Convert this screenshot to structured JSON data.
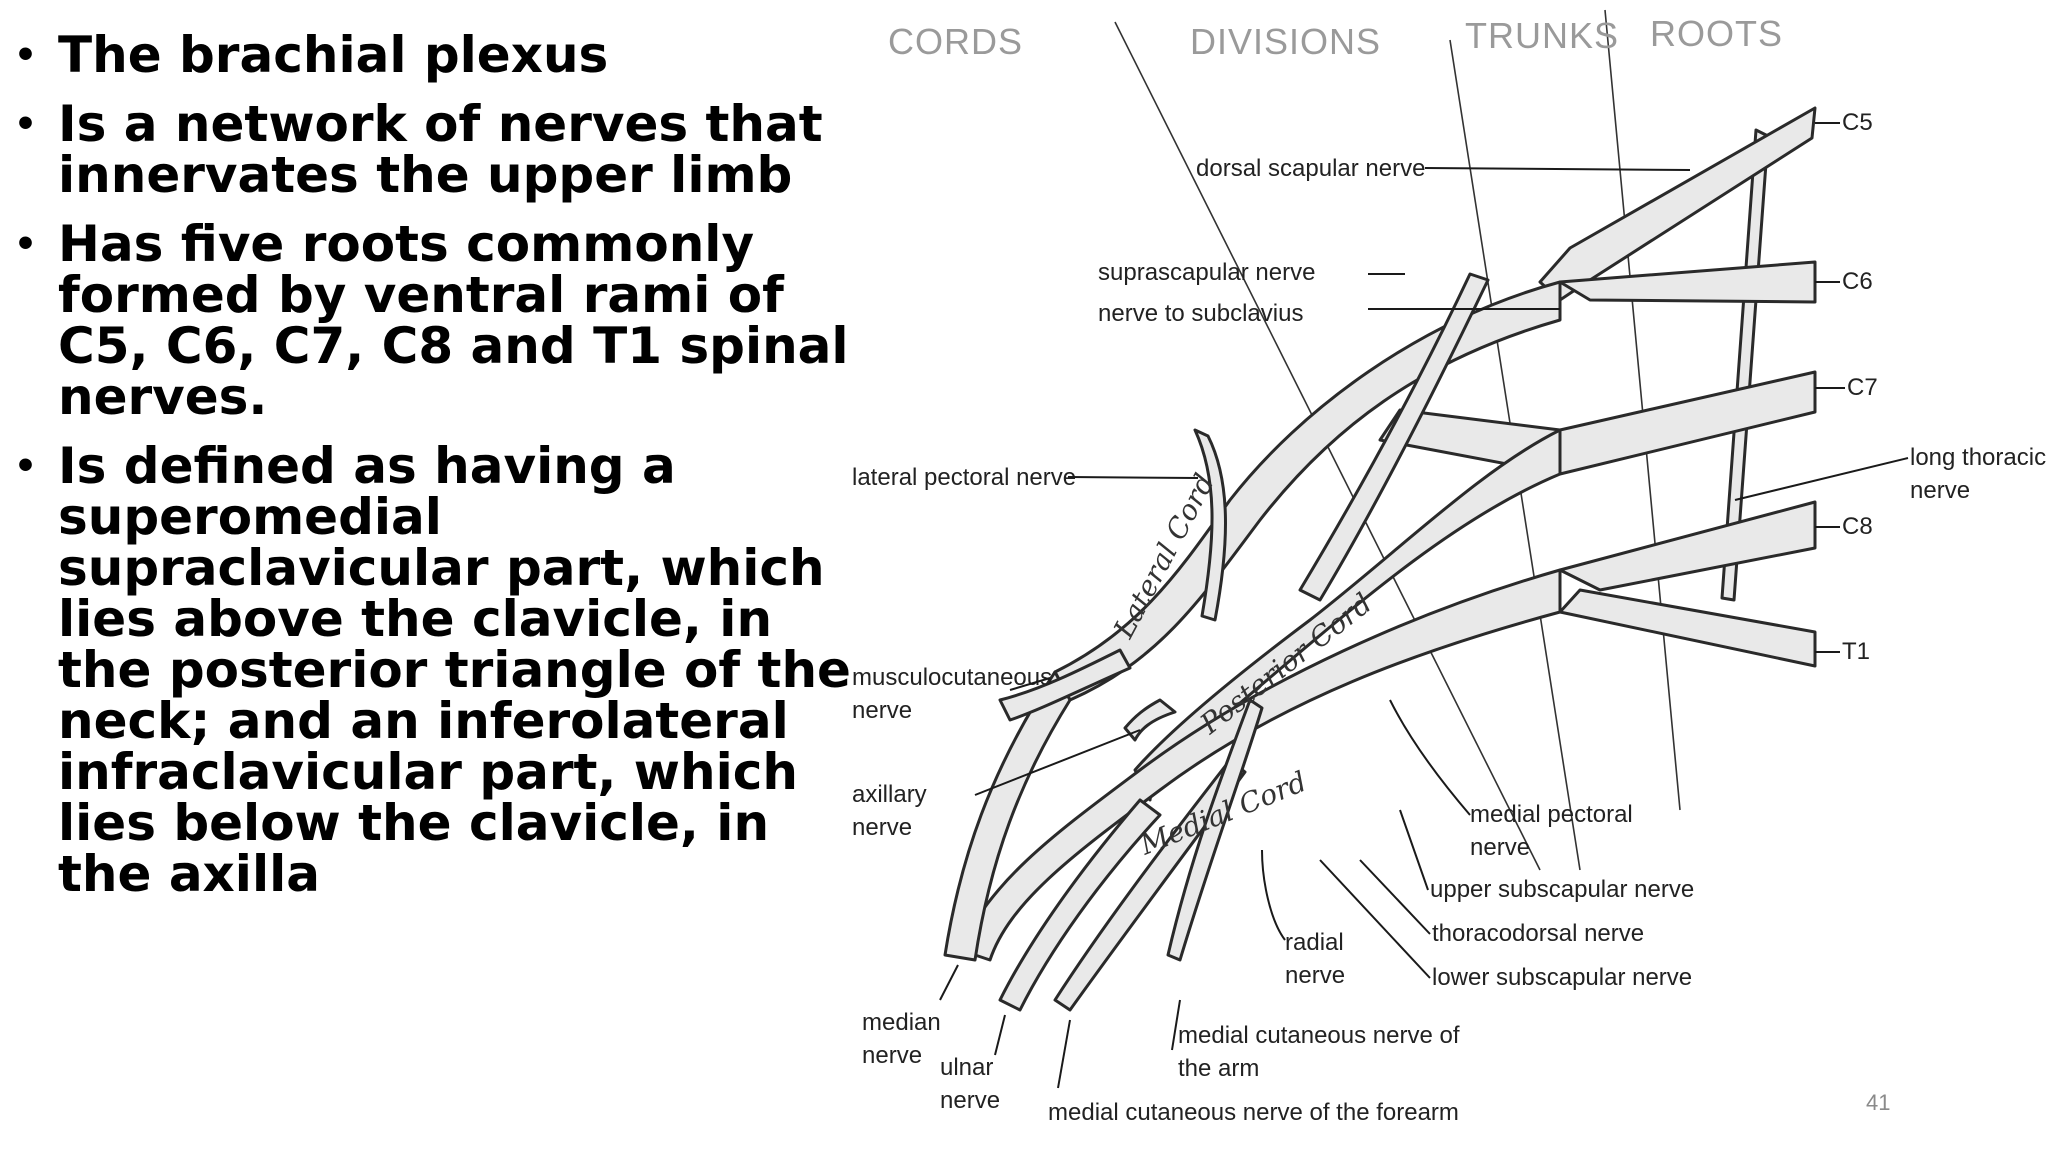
{
  "bullets": [
    {
      "parts": [
        {
          "text": "The brachial plexus"
        }
      ]
    },
    {
      "parts": [
        {
          "text": "Is a network of nerves that innervates the upper limb"
        }
      ]
    },
    {
      "parts": [
        {
          "text": "Has five "
        },
        {
          "text": "roots"
        },
        {
          "text": " commonly formed by ventral rami of C5, C6, C7, C8 and T1 spinal nerves."
        }
      ]
    },
    {
      "parts": [
        {
          "text": "Is defined as having a superomedial "
        },
        {
          "text": "supraclavicular part"
        },
        {
          "text": ", which lies above the clavicle, in the posterior triangle of the neck; and an inferolateral "
        },
        {
          "text": "infraclavicular part"
        },
        {
          "text": ", which lies below the clavicle, in the axilla"
        }
      ]
    }
  ],
  "diagram": {
    "headers": {
      "cords": "CORDS",
      "divisions": "DIVISIONS",
      "trunks": "TRUNKS",
      "roots": "ROOTS"
    },
    "roots": {
      "c5": "C5",
      "c6": "C6",
      "c7": "C7",
      "c8": "C8",
      "t1": "T1"
    },
    "cords": {
      "lateral": "Lateral Cord",
      "posterior": "Posterior Cord",
      "medial": "Medial Cord"
    },
    "labels": {
      "dorsal_scapular": "dorsal scapular nerve",
      "suprascapular": "suprascapular nerve",
      "subclavius": "nerve to subclavius",
      "lateral_pectoral": "lateral pectoral nerve",
      "musculocutaneous_1": "musculocutaneous",
      "musculocutaneous_2": "nerve",
      "axillary_1": "axillary",
      "axillary_2": "nerve",
      "long_thoracic_1": "long thoracic",
      "long_thoracic_2": "nerve",
      "medial_pectoral_1": "medial pectoral",
      "medial_pectoral_2": "nerve",
      "upper_subscapular": "upper subscapular nerve",
      "thoracodorsal": "thoracodorsal nerve",
      "lower_subscapular": "lower subscapular nerve",
      "radial_1": "radial",
      "radial_2": "nerve",
      "median_1": "median",
      "median_2": "nerve",
      "ulnar_1": "ulnar",
      "ulnar_2": "nerve",
      "med_cut_arm_1": "medial cutaneous nerve of",
      "med_cut_arm_2": "the arm",
      "med_cut_forearm": "medial cutaneous nerve of the forearm"
    }
  },
  "page_number": "41"
}
